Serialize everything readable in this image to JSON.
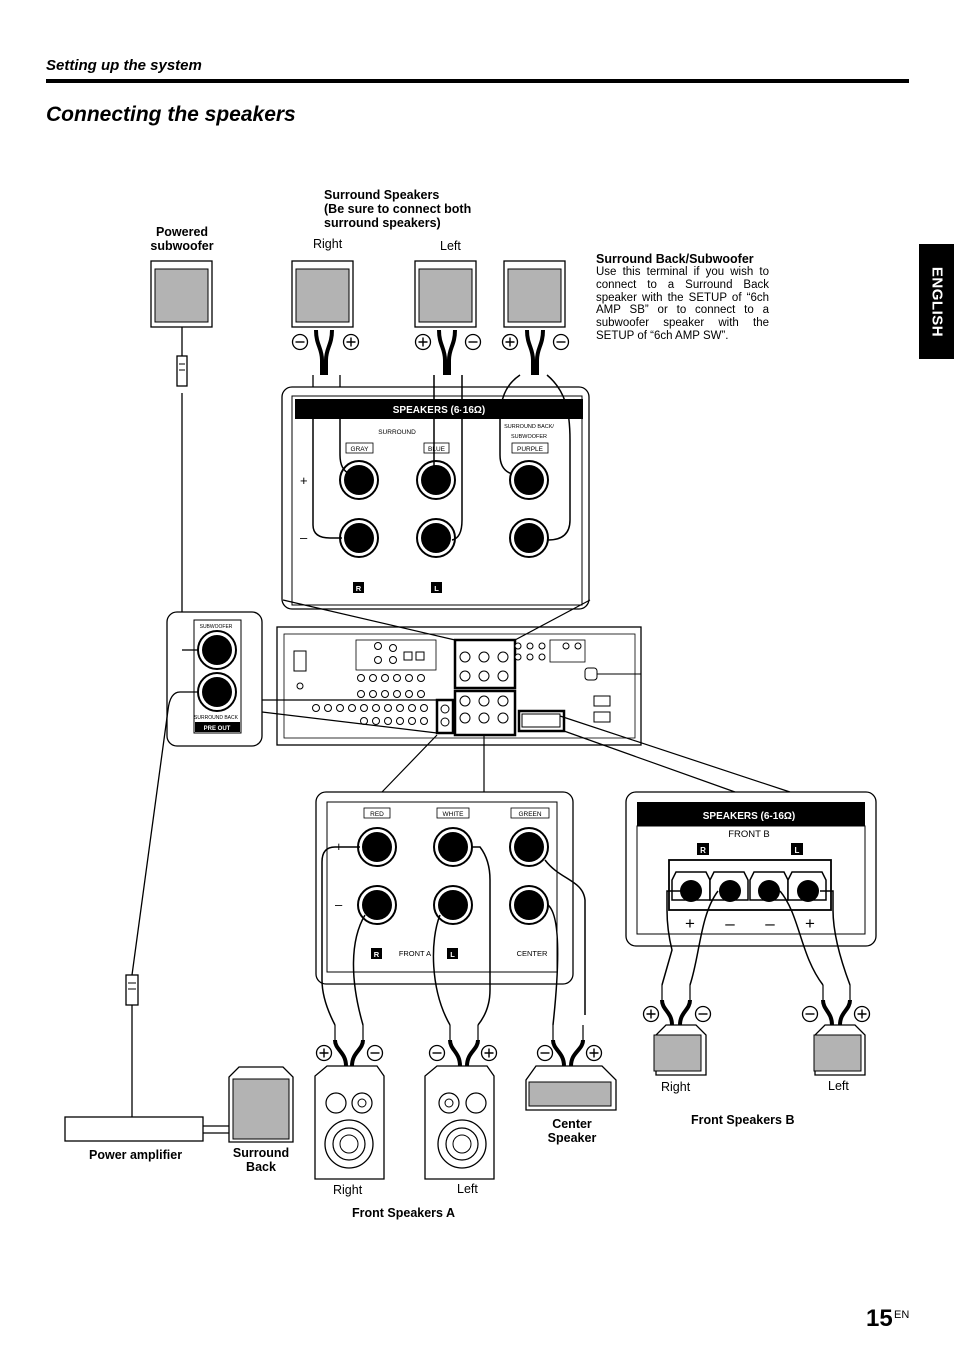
{
  "header": {
    "section": "Setting up the system",
    "title": "Connecting the speakers",
    "side_tab": "ENGLISH"
  },
  "labels": {
    "powered_subwoofer_line1": "Powered",
    "powered_subwoofer_line2": "subwoofer",
    "surround_speakers_line1": "Surround Speakers",
    "surround_speakers_line2": "(Be sure to connect both",
    "surround_speakers_line3": "surround speakers)",
    "right": "Right",
    "left": "Left",
    "surround_back_title": "Surround Back/Subwoofer",
    "surround_back_desc": "Use this terminal if you wish to connect to a Surround Back speaker with the SETUP of “6ch AMP SB” or to connect to a subwoofer speaker with the SETUP of “6ch AMP SW”.",
    "power_amplifier": "Power amplifier",
    "surround_back_line1": "Surround",
    "surround_back_line2": "Back",
    "front_speakers_a": "Front Speakers A",
    "center_speaker_line1": "Center",
    "center_speaker_line2": "Speaker",
    "front_speakers_b": "Front Speakers B"
  },
  "panel_top": {
    "header": "SPEAKERS (6-16Ω)",
    "surround": "SURROUND",
    "surround_back_1": "SURROUND BACK/",
    "surround_back_2": "SUBWOOFER",
    "gray": "GRAY",
    "blue": "BLUE",
    "purple": "PURPLE",
    "r": "R",
    "l": "L",
    "plus": "+",
    "minus": "–"
  },
  "panel_preout": {
    "subwoofer": "SUBWOOFER",
    "surround_back": "SURROUND BACK",
    "pre_out": "PRE OUT"
  },
  "panel_front_a": {
    "red": "RED",
    "white": "WHITE",
    "green": "GREEN",
    "front_a": "FRONT A",
    "center": "CENTER",
    "r": "R",
    "l": "L",
    "plus": "+",
    "minus": "–"
  },
  "panel_front_b": {
    "header": "SPEAKERS (6-16Ω)",
    "front_b": "FRONT B",
    "r": "R",
    "l": "L",
    "signs": [
      "+",
      "–",
      "–",
      "+"
    ]
  },
  "footer": {
    "page": "15",
    "lang": "EN"
  },
  "colors": {
    "speaker_fill": "#b3b3b3",
    "ink": "#000000"
  }
}
